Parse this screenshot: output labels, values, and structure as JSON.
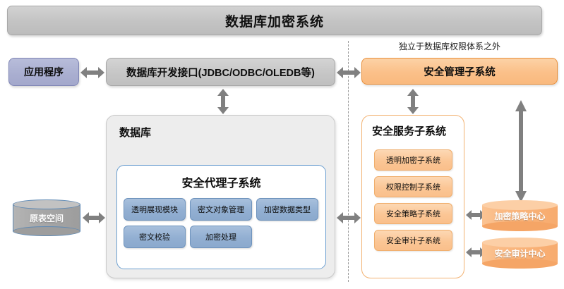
{
  "header": {
    "title": "数据库加密系统"
  },
  "left_flow": {
    "application": "应用程序",
    "interface": "数据库开发接口(JDBC/ODBC/OLEDB等)",
    "tablespace": "原表空间"
  },
  "database": {
    "label": "数据库",
    "agent_subsystem": {
      "title": "安全代理子系统",
      "modules": [
        "透明展现模块",
        "密文对象管理",
        "加密数据类型",
        "密文校验",
        "加密处理"
      ]
    }
  },
  "right_side": {
    "annotation": "独立于数据库权限体系之外",
    "management_subsystem": "安全管理子系统",
    "service_subsystem": {
      "title": "安全服务子系统",
      "items": [
        "透明加密子系统",
        "权限控制子系统",
        "安全策略子系统",
        "安全审计子系统"
      ]
    },
    "centers": [
      "加密策略中心",
      "安全审计中心"
    ]
  },
  "colors": {
    "header_gray": "#c6c6c6",
    "application_purple": "#a9aed0",
    "interface_gray": "#c6c6c6",
    "orange_accent": "#fbc089",
    "orange_border": "#e8903c",
    "blue_module": "#92afd2",
    "blue_border": "#6c9fd0",
    "arrow_gray": "#808080",
    "divider_gray": "#9a9a9a",
    "cylinder_gray": "#a8a8a8",
    "cylinder_orange": "#f9b47b"
  }
}
